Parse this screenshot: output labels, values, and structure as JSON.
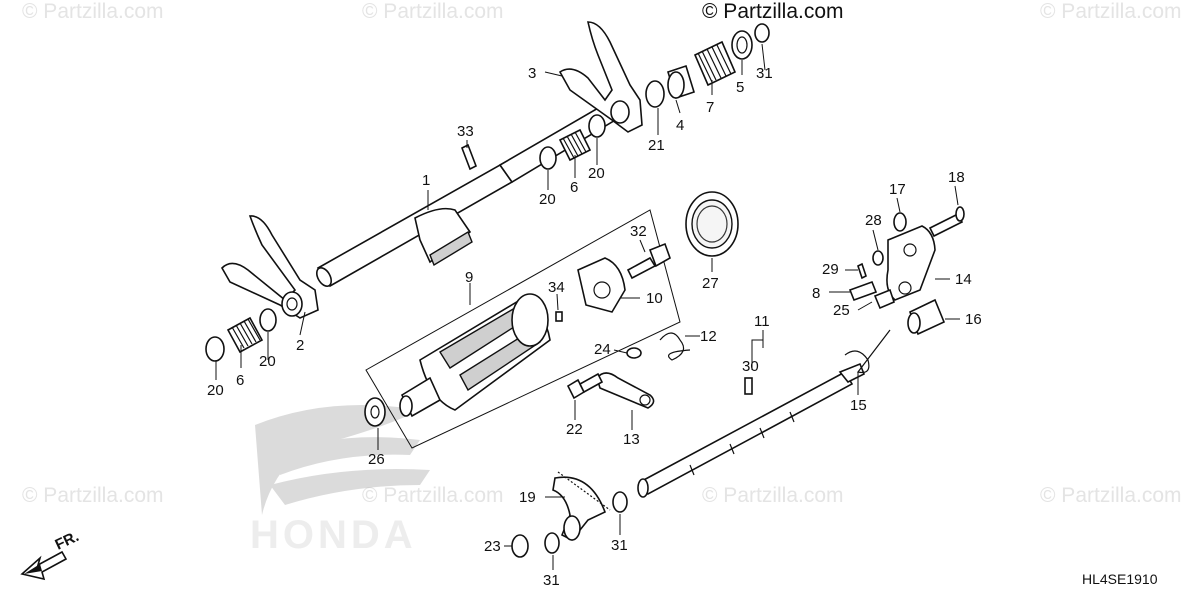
{
  "copyright": "© Partzilla.com",
  "watermark": "© Partzilla.com",
  "diagram_code": "HL4SE1910",
  "front_indicator": "FR.",
  "brand_watermark": "HONDA",
  "callouts": [
    "1",
    "2",
    "3",
    "4",
    "5",
    "6",
    "6",
    "7",
    "8",
    "9",
    "10",
    "11",
    "12",
    "13",
    "14",
    "15",
    "16",
    "17",
    "18",
    "19",
    "20",
    "20",
    "20",
    "20",
    "21",
    "22",
    "23",
    "24",
    "25",
    "26",
    "27",
    "28",
    "29",
    "30",
    "31",
    "31",
    "31",
    "32",
    "33",
    "34"
  ]
}
